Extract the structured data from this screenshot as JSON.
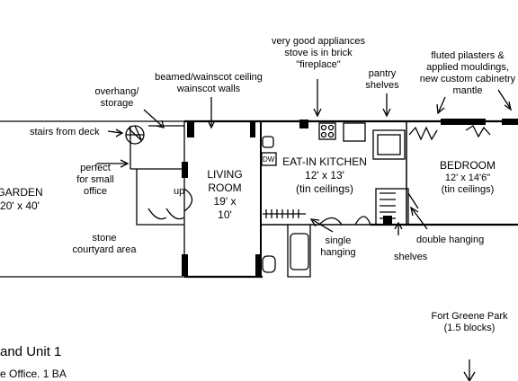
{
  "title_lines": [
    "and Unit 1",
    "e Office. 1 BA"
  ],
  "rooms": {
    "garden": {
      "line1": "GARDEN",
      "line2": "20' x 40'"
    },
    "living": {
      "line1": "LIVING",
      "line2": "ROOM",
      "line3": "19' x",
      "line4": "10'"
    },
    "kitchen": {
      "line1": "EAT-IN KITCHEN",
      "line2": "12' x 13'",
      "line3": "(tin ceilings)"
    },
    "bedroom": {
      "line1": "BEDROOM",
      "line2": "12' x 14'6\"",
      "line3": "(tin ceilings)"
    }
  },
  "annotations": {
    "appliances": [
      "very good appliances",
      "stove is in brick",
      "\"fireplace\""
    ],
    "pilasters": [
      "fluted pilasters &",
      "applied mouldings,",
      "new custom cabinetry",
      "mantle"
    ],
    "beamed": [
      "beamed/wainscot ceiling",
      "wainscot walls"
    ],
    "overhang": [
      "overhang/",
      "storage"
    ],
    "pantry": [
      "pantry",
      "shelves"
    ],
    "stairs": "stairs from deck",
    "office": [
      "perfect",
      "for small",
      "office"
    ],
    "courtyard": [
      "stone",
      "courtyard area"
    ],
    "single": [
      "single",
      "hanging"
    ],
    "double": "double hanging",
    "shelves": "shelves",
    "park": [
      "Fort Greene Park",
      "(1.5 blocks)"
    ],
    "up": "up",
    "dw": "DW"
  }
}
